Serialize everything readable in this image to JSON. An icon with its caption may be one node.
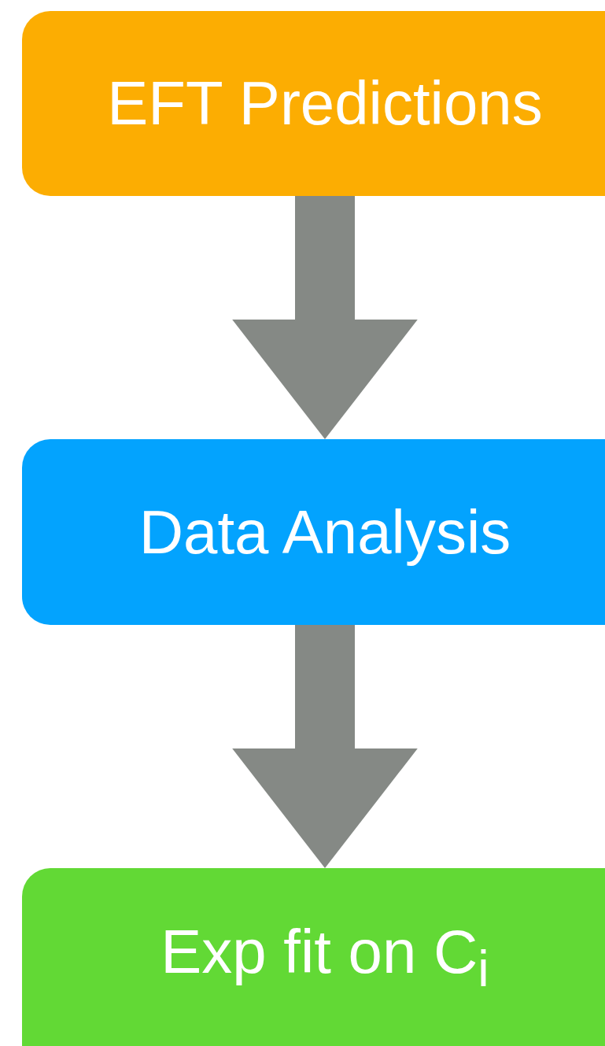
{
  "diagram": {
    "nodes": [
      {
        "text": [
          "EFT Predictions"
        ]
      },
      {
        "text": [
          "Data Analysis"
        ]
      },
      {
        "text": [
          "Exp fit on C$_{i}$"
        ]
      }
    ],
    "edges": [
      {
        "from": 0,
        "to": 1,
        "arrow": "to"
      },
      {
        "from": 1,
        "to": 2,
        "arrow": "to"
      }
    ]
  }
}
